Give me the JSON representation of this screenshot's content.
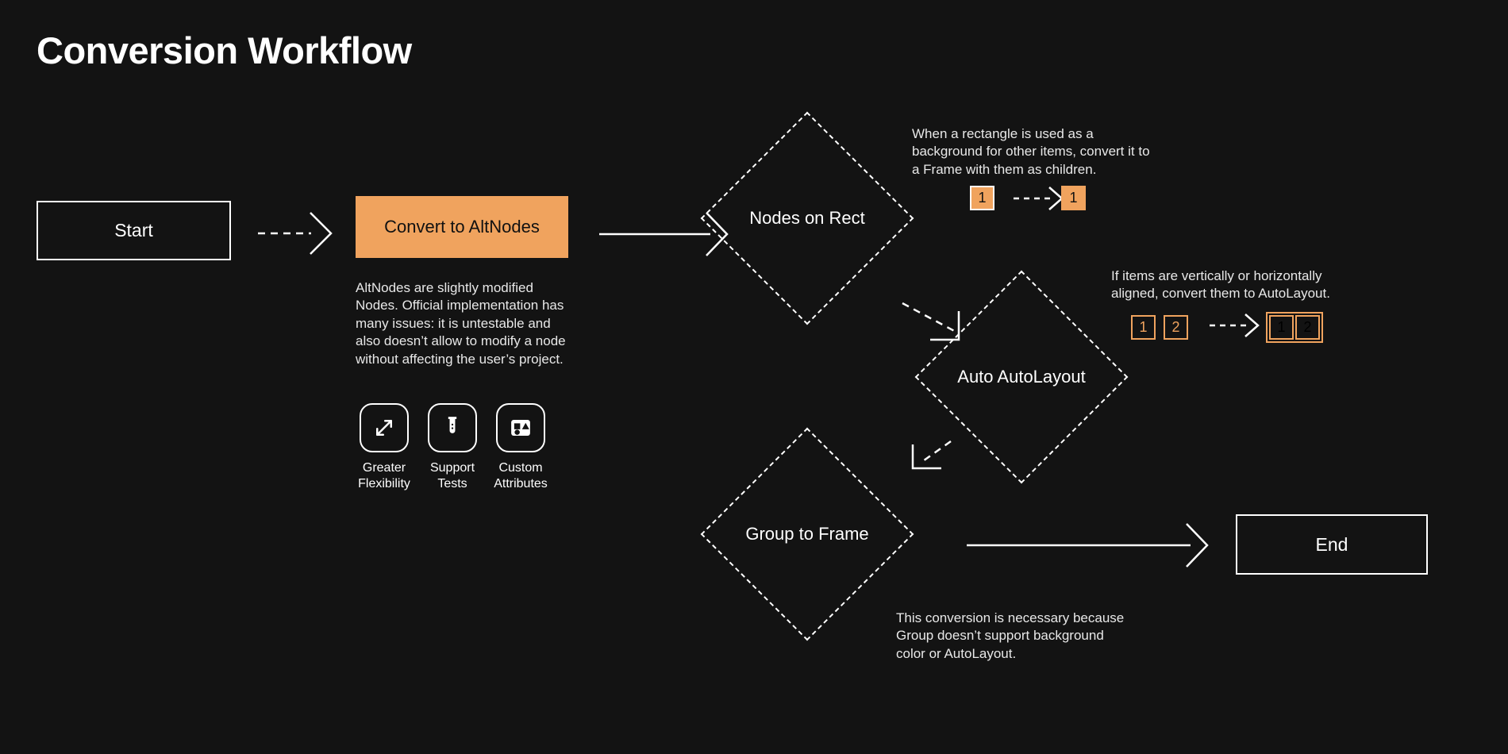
{
  "page": {
    "title": "Conversion Workflow",
    "background": "#131313",
    "accent": "#f0a35e",
    "stroke": "#ffffff"
  },
  "nodes": {
    "start": {
      "label": "Start",
      "shape": "rectangle"
    },
    "convert": {
      "label": "Convert to AltNodes",
      "shape": "rectangle-filled"
    },
    "nodes_on_rect": {
      "label": "Nodes on Rect",
      "shape": "diamond"
    },
    "auto_autolayout": {
      "label": "Auto AutoLayout",
      "shape": "diamond"
    },
    "group_to_frame": {
      "label": "Group to Frame",
      "shape": "diamond"
    },
    "end": {
      "label": "End",
      "shape": "rectangle"
    }
  },
  "convert_details": {
    "description": "AltNodes are slightly modified Nodes. Official implementation has many issues: it is untestable and also doesn’t allow to modify a node without affecting the user’s project.",
    "features": [
      {
        "icon": "expand-arrows-icon",
        "label": "Greater\nFlexibility"
      },
      {
        "icon": "test-tube-icon",
        "label": "Support\nTests"
      },
      {
        "icon": "shapes-icon",
        "label": "Custom\nAttributes"
      }
    ]
  },
  "annotations": {
    "nodes_on_rect": {
      "text": "When a rectangle is used as a background for other items, convert it to a Frame with them as children.",
      "before": [
        {
          "value": "1",
          "style": "filled-bordered"
        }
      ],
      "after": [
        {
          "value": "1",
          "style": "filled"
        }
      ]
    },
    "auto_autolayout": {
      "text": "If items are vertically or horizontally aligned, convert them to AutoLayout.",
      "before": [
        {
          "value": "1",
          "style": "outlined"
        },
        {
          "value": "2",
          "style": "outlined"
        }
      ],
      "after": [
        {
          "value": "1",
          "style": "outlined"
        },
        {
          "value": "2",
          "style": "outlined"
        }
      ]
    },
    "group_to_frame": {
      "text": "This conversion is necessary because Group doesn’t support background color or AutoLayout."
    }
  },
  "connectors": [
    {
      "from": "start",
      "to": "convert",
      "style": "dashed"
    },
    {
      "from": "convert",
      "to": "nodes_on_rect",
      "style": "solid"
    },
    {
      "from": "nodes_on_rect",
      "to": "auto_autolayout",
      "style": "dashed"
    },
    {
      "from": "auto_autolayout",
      "to": "group_to_frame",
      "style": "dashed"
    },
    {
      "from": "group_to_frame",
      "to": "end",
      "style": "solid"
    }
  ]
}
